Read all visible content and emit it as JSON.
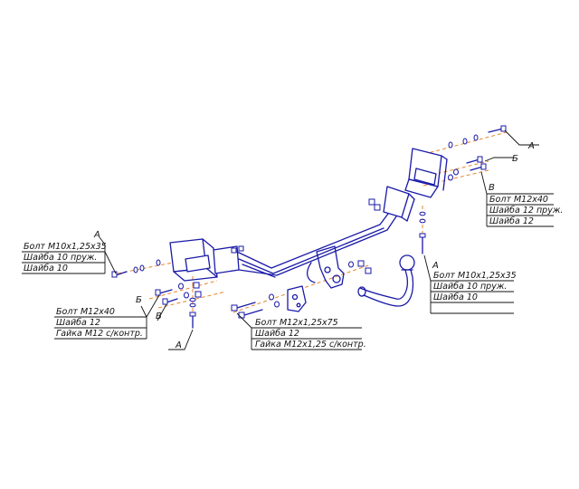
{
  "markers": {
    "a": "А",
    "b": "Б",
    "v": "В"
  },
  "callouts": {
    "left_top": [
      "Болт М10х1,25х35",
      "Шайба 10 пруж.",
      "Шайба 10"
    ],
    "left_bottom": [
      "Болт М12х40",
      "Шайба 12",
      "Гайка М12 с/контр."
    ],
    "center_bottom": [
      "Болт М12х1,25х75",
      "Шайба 12",
      "Гайка М12х1,25 с/контр."
    ],
    "right_top": [
      "Болт М12х40",
      "Шайба 12 пруж.",
      "Шайба 12"
    ],
    "right_bottom": [
      "Болт М10х1,25х35",
      "Шайба 10 пруж.",
      "Шайба 10"
    ]
  },
  "colors": {
    "part_stroke": "#1a1aa8",
    "axis_line": "#e8862a",
    "text": "#111111"
  }
}
